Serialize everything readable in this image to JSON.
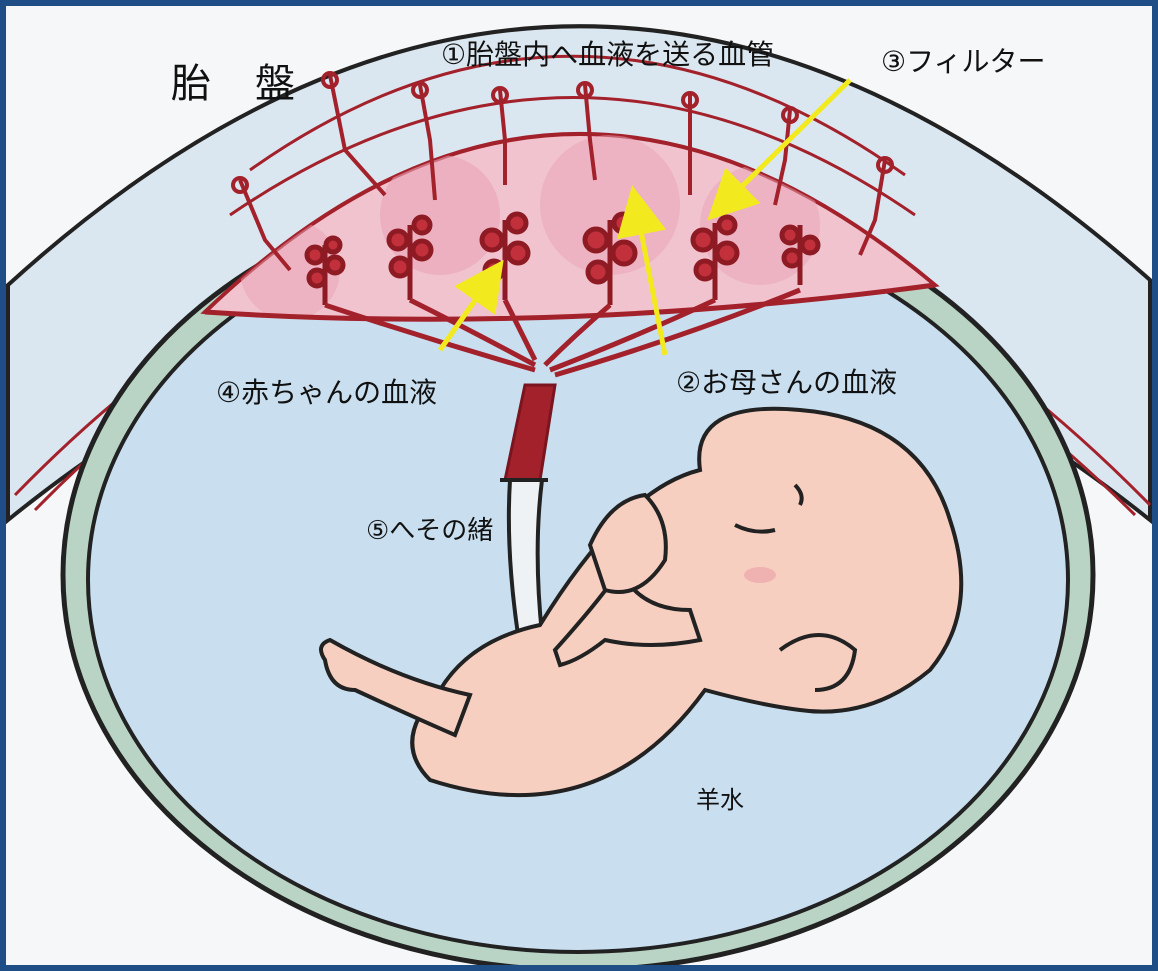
{
  "title": "胎　盤",
  "labels": {
    "vessels": "①胎盤内へ血液を送る血管",
    "mother_blood": "②お母さんの血液",
    "filter": "③フィルター",
    "baby_blood": "④赤ちゃんの血液",
    "umbilical_cord": "⑤へその緒",
    "amniotic_fluid": "羊水"
  },
  "colors": {
    "border": "#1f4e86",
    "vessel": "#a3212b",
    "placenta_tissue": "#e9a3b6",
    "amniotic_fluid": "#c9dff0",
    "fetus_skin": "#f6cfc0",
    "membrane": "#b9d4c4",
    "arrow": "#f2ea1e"
  }
}
